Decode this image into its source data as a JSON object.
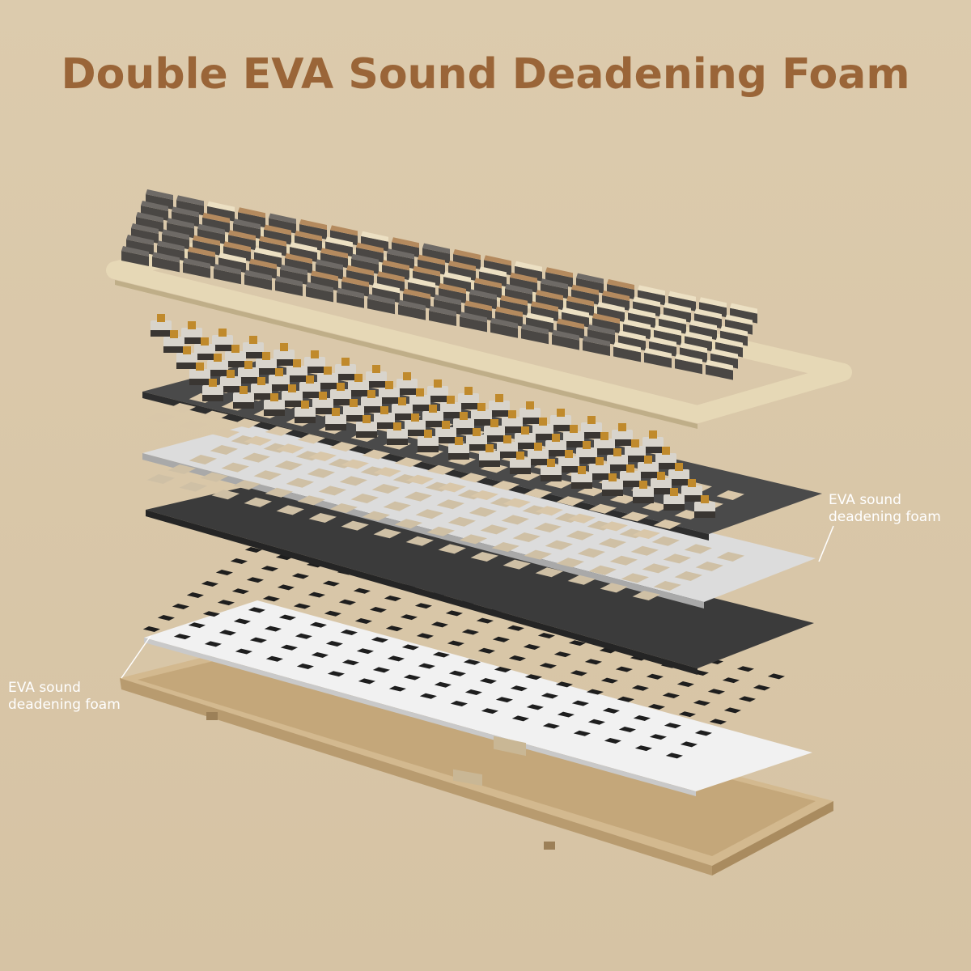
{
  "title": "Double EVA Sound Deadening Foam",
  "callouts": [
    {
      "line1": "EVA sound",
      "line2": "deadening foam"
    },
    {
      "line1": "EVA sound",
      "line2": "deadening foam"
    }
  ],
  "colors": {
    "background": "#d9c7a9",
    "title": "#9a6538",
    "keycap_brown": "#b48a5e",
    "keycap_cream": "#ece0c3",
    "keycap_gray": "#6e6a66",
    "frame": "#e7d9b8",
    "switch_stem": "#c08a2c",
    "plate": "#4a4a4a",
    "foam_light": "#dcdcdc",
    "pcb": "#3c3c3c",
    "foam_bottom": "#f2f2f2",
    "case": "#d3b98f",
    "label_text": "#ffffff"
  }
}
